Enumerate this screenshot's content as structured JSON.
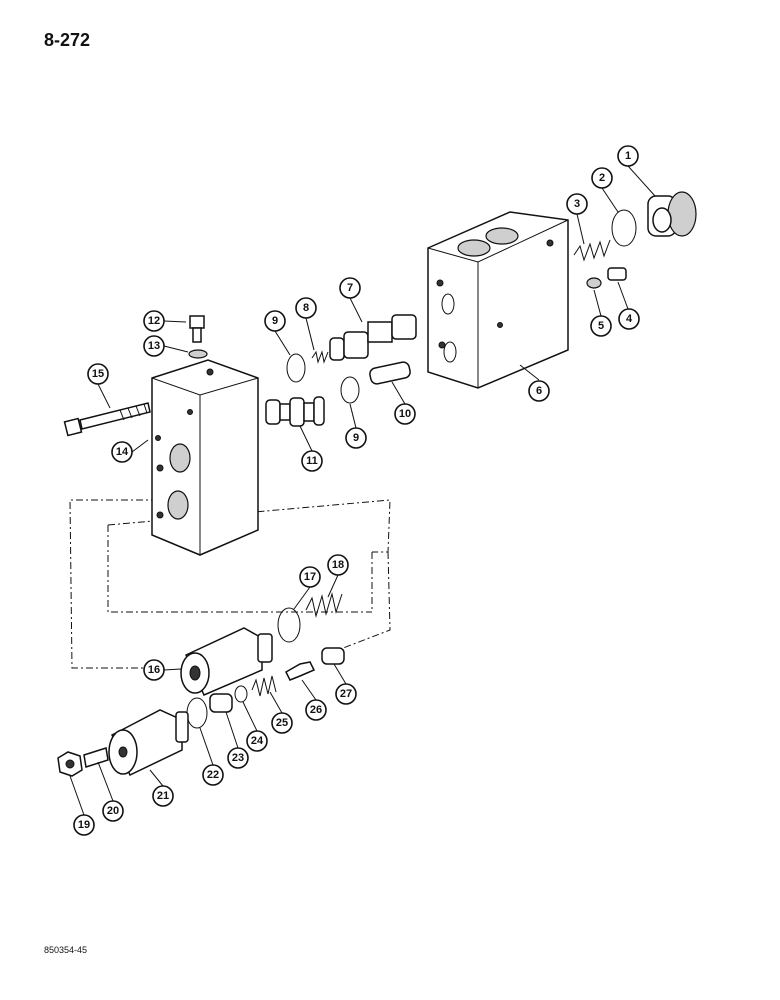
{
  "page": {
    "page_number": "8-272",
    "figure_code": "850354-45"
  },
  "callouts": [
    {
      "id": "callout-1",
      "label": "1"
    },
    {
      "id": "callout-2",
      "label": "2"
    },
    {
      "id": "callout-3",
      "label": "3"
    },
    {
      "id": "callout-4",
      "label": "4"
    },
    {
      "id": "callout-5",
      "label": "5"
    },
    {
      "id": "callout-6",
      "label": "6"
    },
    {
      "id": "callout-7",
      "label": "7"
    },
    {
      "id": "callout-8",
      "label": "8"
    },
    {
      "id": "callout-9a",
      "label": "9"
    },
    {
      "id": "callout-9b",
      "label": "9"
    },
    {
      "id": "callout-10",
      "label": "10"
    },
    {
      "id": "callout-11",
      "label": "11"
    },
    {
      "id": "callout-12",
      "label": "12"
    },
    {
      "id": "callout-13",
      "label": "13"
    },
    {
      "id": "callout-14",
      "label": "14"
    },
    {
      "id": "callout-15",
      "label": "15"
    },
    {
      "id": "callout-16",
      "label": "16"
    },
    {
      "id": "callout-17",
      "label": "17"
    },
    {
      "id": "callout-18",
      "label": "18"
    },
    {
      "id": "callout-19",
      "label": "19"
    },
    {
      "id": "callout-20",
      "label": "20"
    },
    {
      "id": "callout-21",
      "label": "21"
    },
    {
      "id": "callout-22",
      "label": "22"
    },
    {
      "id": "callout-23",
      "label": "23"
    },
    {
      "id": "callout-24",
      "label": "24"
    },
    {
      "id": "callout-25",
      "label": "25"
    },
    {
      "id": "callout-26",
      "label": "26"
    },
    {
      "id": "callout-27",
      "label": "27"
    }
  ]
}
